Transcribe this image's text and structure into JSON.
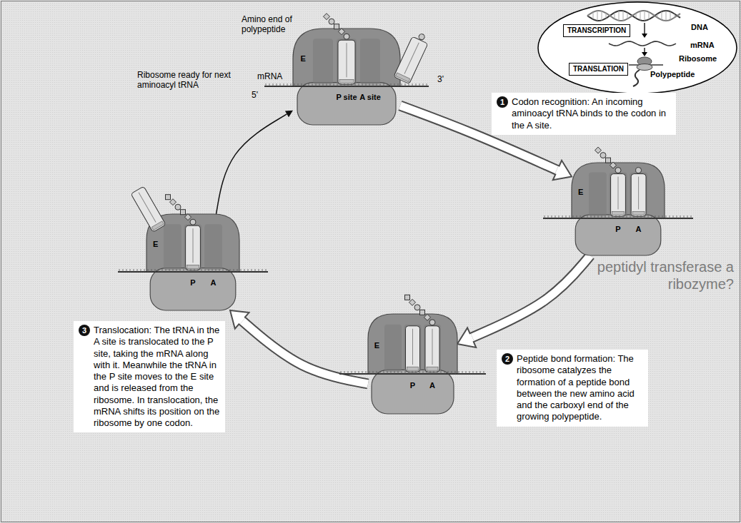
{
  "diagram": {
    "nodes": [
      {
        "text": [
          "DNA",
          "mRNA",
          "Ribosome",
          "Polypeptide"
        ]
      },
      {
        "text": [
          "TRANSCRIPTION"
        ],
        "in": 0
      },
      {
        "text": [
          "TRANSLATION"
        ],
        "in": 0
      },
      {
        "text": [
          "E",
          "P site",
          "A site"
        ]
      },
      {
        "text": [
          "1",
          "Codon recognition: An incoming aminoacyl tRNA binds to the codon in the A site."
        ]
      },
      {
        "text": [
          "E",
          "P",
          "A"
        ]
      },
      {
        "text": [
          "2",
          "Peptide bond formation: The ribosome catalyzes the formation of a peptide bond between the new amino acid and the carboxyl end of the growing polypeptide."
        ]
      },
      {
        "text": [
          "E",
          "P",
          "A"
        ]
      },
      {
        "text": [
          "3",
          "Translocation: The tRNA in the A site is translocated to the P site, taking the mRNA along with it. Meanwhile the tRNA in the P site moves to the E site and is released from the ribosome. In translocation, the mRNA shifts its position on the ribosome by one codon."
        ]
      },
      {
        "text": [
          "E",
          "P",
          "A"
        ]
      }
    ],
    "edges": [
      {
        "from": 3,
        "to": 5,
        "arrow": "to"
      },
      {
        "from": 5,
        "to": 7,
        "arrow": "to"
      },
      {
        "from": 7,
        "to": 9,
        "arrow": "to"
      },
      {
        "from": 9,
        "to": 3,
        "arrow": "to",
        "label": "Ribosome ready for next aminoacyl tRNA"
      }
    ],
    "labels": [
      "Amino end of polypeptide",
      "mRNA",
      "5'",
      "3'",
      "peptidyl transferase a ribozyme?"
    ]
  }
}
